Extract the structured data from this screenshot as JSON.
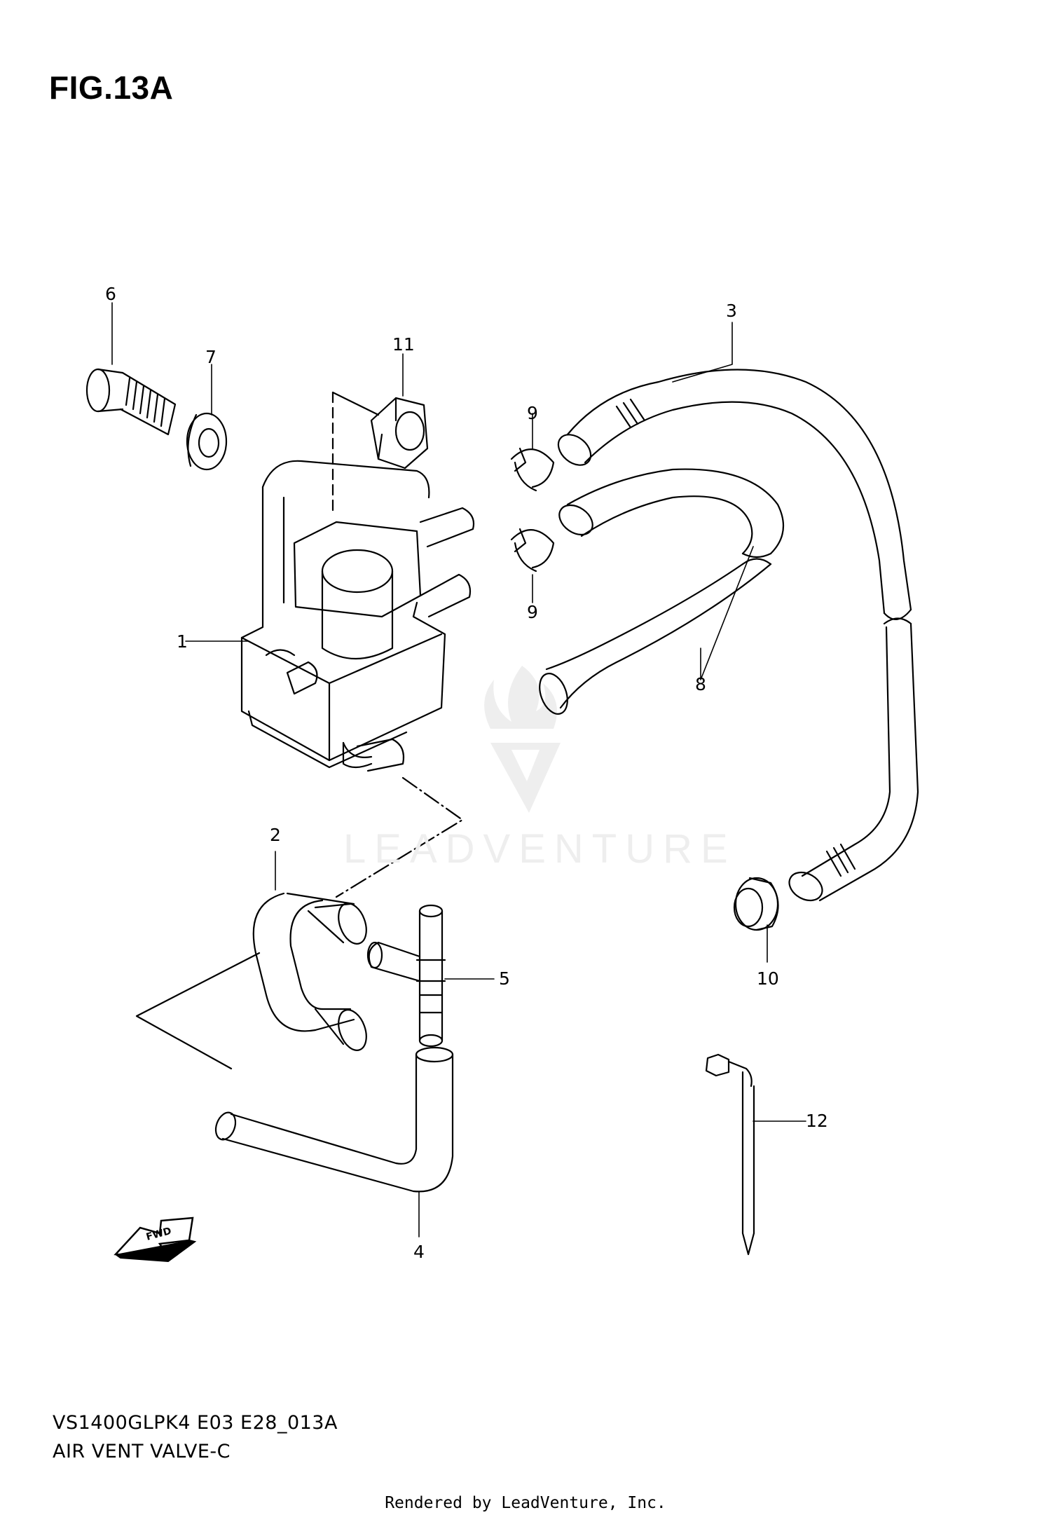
{
  "figure": {
    "title": "FIG.13A",
    "model_code": "VS1400GLPK4 E03 E28_013A",
    "section_name": "AIR VENT VALVE-C",
    "credit": "Rendered by LeadVenture, Inc.",
    "watermark": "LEADVENTURE",
    "fwd_label": "FWD"
  },
  "callouts": [
    "1",
    "2",
    "3",
    "4",
    "5",
    "6",
    "7",
    "8",
    "9",
    "9",
    "10",
    "11",
    "12"
  ],
  "colors": {
    "ink": "#000000",
    "watermark": "#eeeeee",
    "background": "#ffffff"
  },
  "icons": [
    "fwd-arrow-icon",
    "leadventure-logo-icon"
  ]
}
